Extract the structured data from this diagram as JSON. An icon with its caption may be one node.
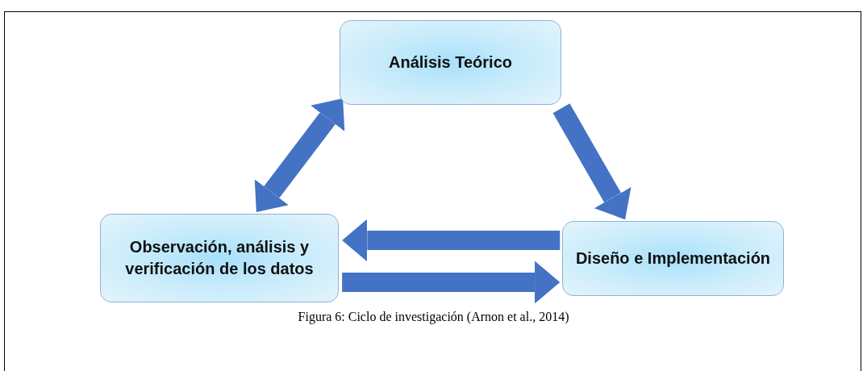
{
  "diagram": {
    "caption": "Figura 6: Ciclo de investigación (Arnon et al., 2014)",
    "nodes": [
      {
        "text": [
          "Análisis Teórico"
        ]
      },
      {
        "text": [
          "Diseño e Implementación"
        ]
      },
      {
        "text": [
          "Observación, análisis y verificación de los datos"
        ]
      }
    ],
    "edges": [
      {
        "from": 0,
        "to": 1,
        "arrow": "to"
      },
      {
        "from": 1,
        "to": 2,
        "arrow": "to"
      },
      {
        "from": 2,
        "to": 1,
        "arrow": "to"
      },
      {
        "from": 0,
        "to": 2,
        "arrow": "both"
      }
    ]
  }
}
